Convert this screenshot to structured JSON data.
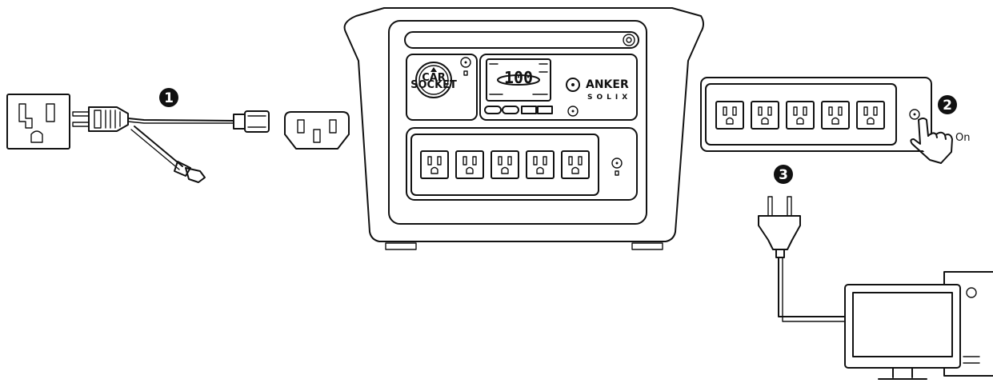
{
  "steps": [
    "1",
    "2",
    "3"
  ],
  "power_station": {
    "brand": "ANKER",
    "brand_sub": "SOLIX",
    "car_socket_line1": "CAR",
    "car_socket_line2": "SOCKET",
    "battery_percent_display": "100"
  },
  "power_strip": {
    "switch_label": "On"
  },
  "icons": [
    "wall-outlet-icon",
    "power-cable-icon",
    "c13-inlet-icon",
    "power-strip-icon",
    "pressing-hand-icon",
    "plug-icon",
    "desktop-computer-icon"
  ],
  "colors": {
    "line": "#111111",
    "background": "#ffffff"
  }
}
